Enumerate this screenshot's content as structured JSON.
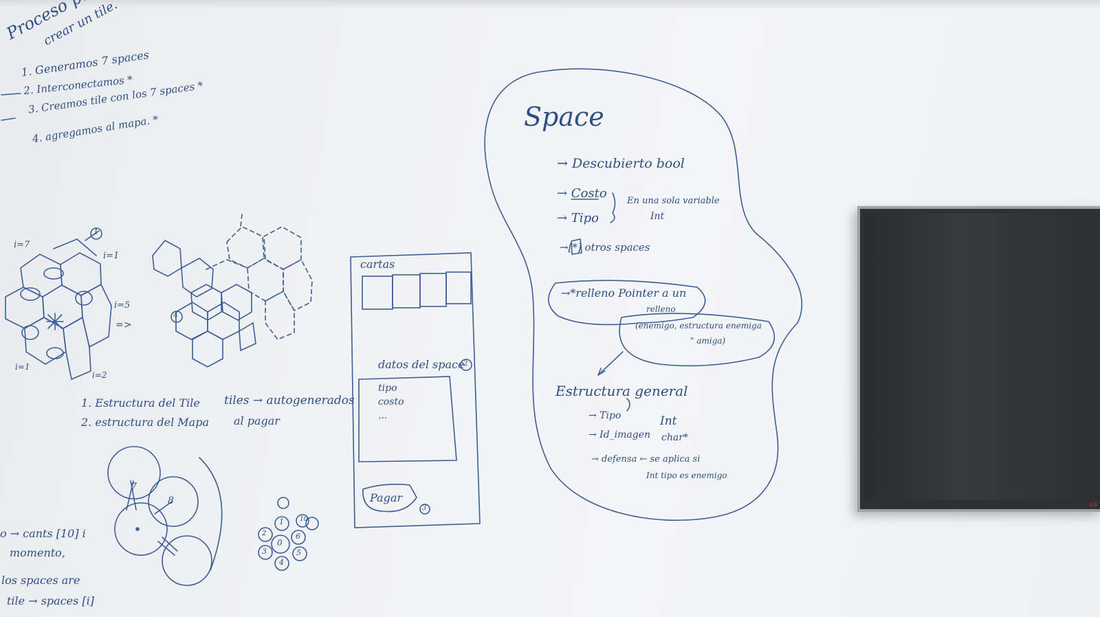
{
  "board": {
    "header": {
      "title": "Proceso p.",
      "subtitle": "crear un tile."
    },
    "steps": [
      "1. Generamos 7 spaces",
      "2. Interconectamos *",
      "3. Creamos tile con los 7 spaces *",
      "4. agregamos al mapa. *"
    ],
    "hex_labels": {
      "circle1": "1",
      "i7": "i=7",
      "i1": "i=1",
      "i5": "i=5",
      "arrow": "=>",
      "i1b": "i=1",
      "i2": "i=2",
      "circle4": "4"
    },
    "notes": {
      "estructura_tile": "1. Estructura del Tile",
      "estructura_mapa": "2. estructura del Mapa",
      "tiles_auto": "tiles → autogenerados",
      "al_pagar": "al pagar"
    },
    "cards_panel": {
      "title": "cartas",
      "datos": "datos del space",
      "datos_num": "2",
      "tipo": "tipo",
      "costo": "costo",
      "ellipsis": "...",
      "pagar": "Pagar",
      "pagar_num": "3"
    },
    "space": {
      "title": "Space",
      "descubierto": "→ Descubierto  bool",
      "costo": "→ Costo",
      "tipo": "→ Tipo",
      "una_variable": "En una sola variable",
      "int1": "Int",
      "otros": "→[*] otros spaces",
      "relleno": "→*relleno  Pointer a un",
      "relleno2": "relleno",
      "enemigo": "(enemigo, estructura enemiga",
      "amiga": "\" amiga)",
      "estructura": "Estructura general",
      "tipo2": "→ Tipo",
      "int2": "Int",
      "id_imagen": "→ Id_imagen",
      "char": "char*",
      "defensa": "→ defensa ← se aplica si",
      "int3": "Int  tipo es enemigo"
    },
    "bottom_left": {
      "line1": "o → cants [10]  i",
      "line2": "momento,",
      "line3": "los spaces are",
      "line4": "tile → spaces [i]"
    },
    "hex_numbers": [
      "0",
      "1",
      "2",
      "3",
      "4",
      "5",
      "6",
      "10"
    ],
    "circle_numbers": [
      "7",
      "8"
    ]
  },
  "tv": {
    "logo": "LG"
  }
}
